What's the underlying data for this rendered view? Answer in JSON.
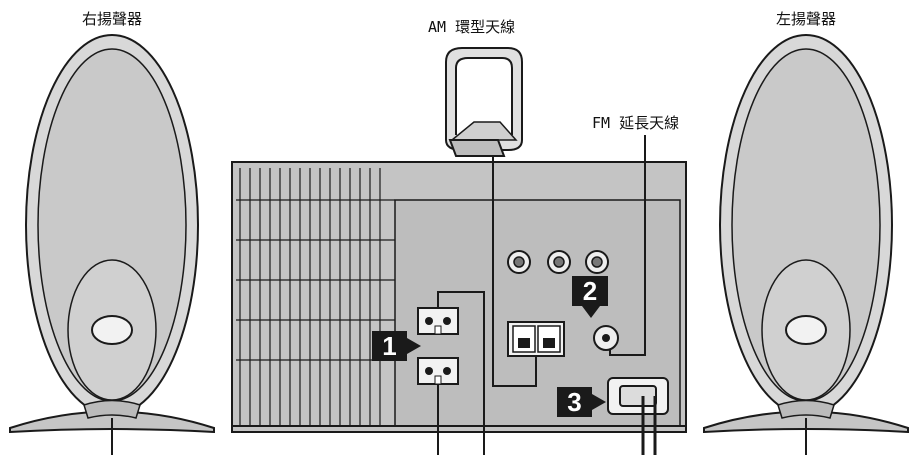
{
  "labels": {
    "right_speaker": "右揚聲器",
    "left_speaker": "左揚聲器",
    "am_antenna": "AM 環型天線",
    "fm_antenna": "FM 延長天線"
  },
  "callouts": [
    "1",
    "2",
    "3"
  ],
  "colors": {
    "line": "#1a1a1a",
    "speaker_fill": "#d6d6d6",
    "unit_fill": "#c8c8c8",
    "panel_fill": "#bdbdbd",
    "callout_bg": "#1a1a1a"
  }
}
